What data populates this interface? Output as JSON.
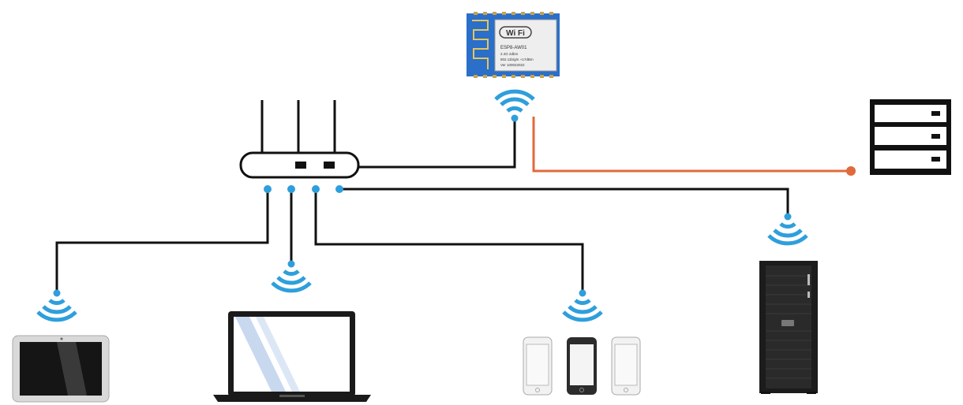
{
  "colors": {
    "wire": "#111111",
    "wifi_blue": "#2e9fdc",
    "serial_link": "#e06a3c",
    "module_board": "#2a6fc9",
    "module_shield": "#eeeeee"
  },
  "wifi_module": {
    "logo_text": "Wi Fi",
    "line1": "ESP8-AW01",
    "line2": "2.4G 2dbm",
    "line3": "802.11b/g/n +17dBm",
    "line4": "Ver 100022022"
  },
  "icons": [
    "router-icon",
    "wifi-module-icon",
    "server-icon",
    "tablet-icon",
    "laptop-icon",
    "smartphone-icon",
    "desktop-tower-icon",
    "wifi-signal-icon"
  ]
}
